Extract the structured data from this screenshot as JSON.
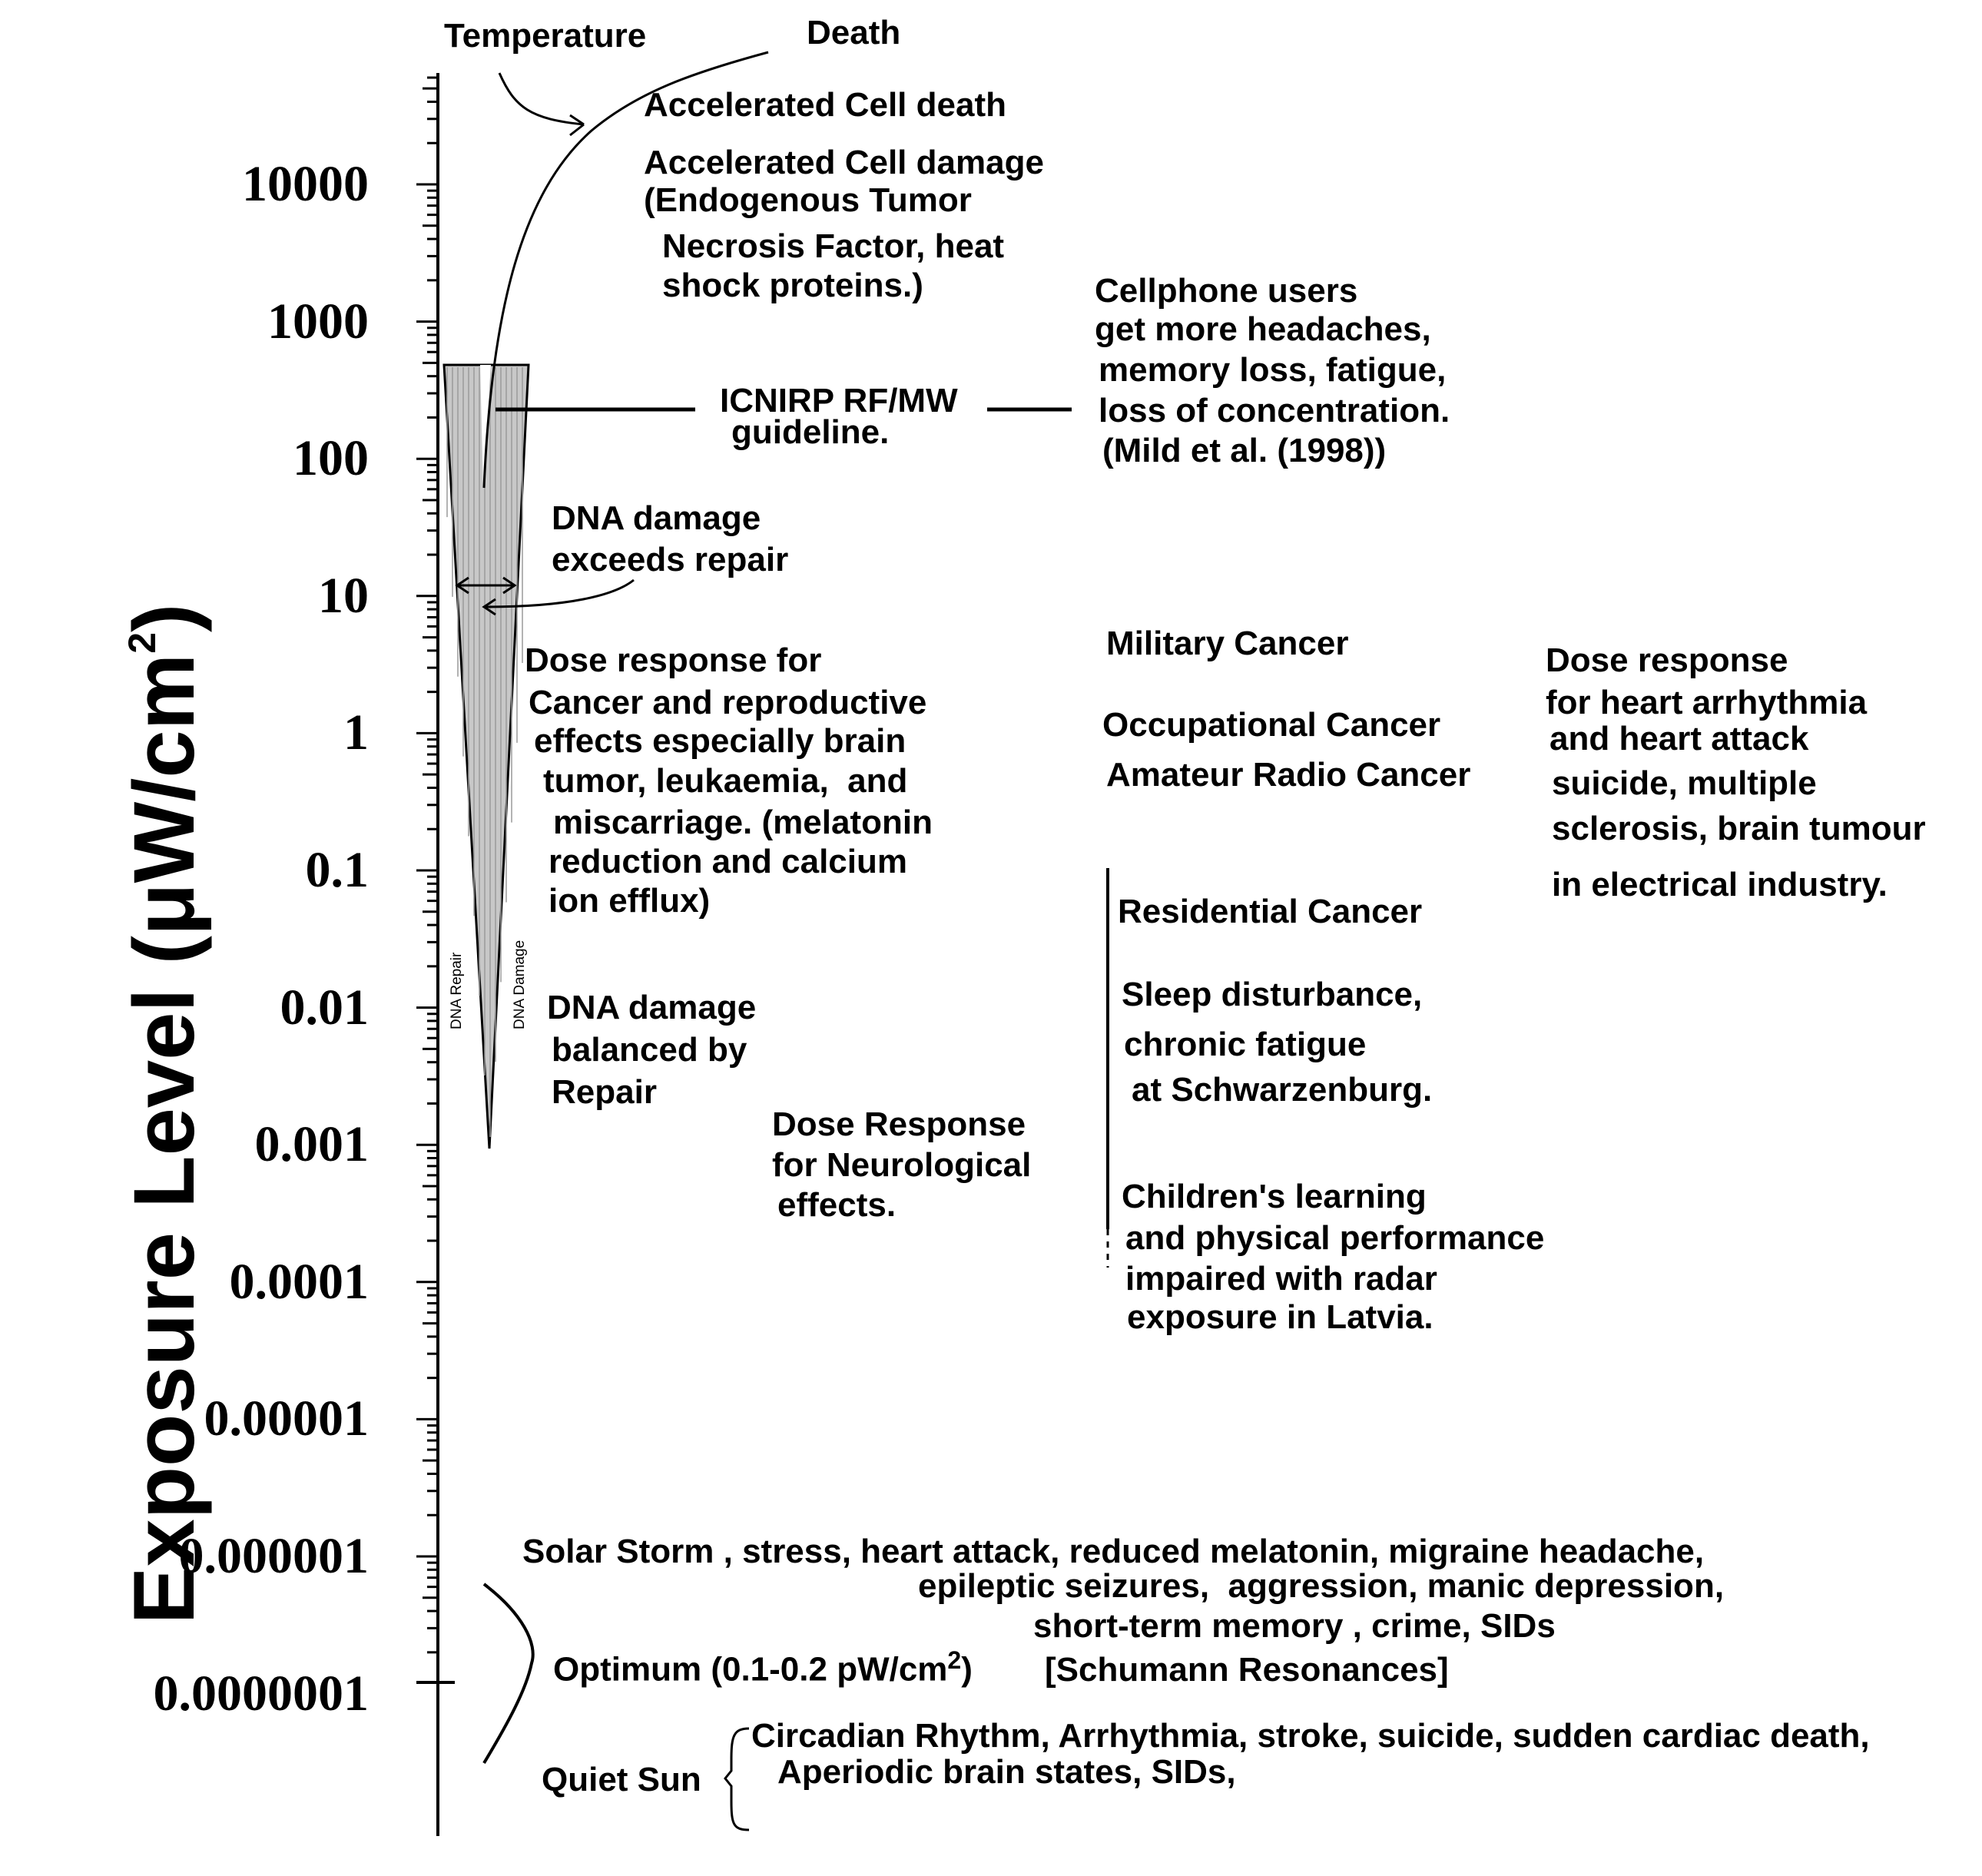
{
  "axis": {
    "title_main": "Exposure Level (μW/cm",
    "title_sup": "2",
    "title_close": ")",
    "tick_labels": [
      "10000",
      "1000",
      "100",
      "10",
      "1",
      "0.1",
      "0.01",
      "0.001",
      "0.0001",
      "0.00001",
      "0.000001",
      "0.0000001"
    ],
    "scale": "log"
  },
  "wedge": {
    "repair_label": "DNA Repair",
    "damage_label": "DNA Damage",
    "fill_color": "#c8c8c8"
  },
  "annotations": {
    "temperature": "Temperature",
    "death": "Death",
    "cell_death": "Accelerated Cell death",
    "cell_damage": [
      "Accelerated Cell damage",
      "(Endogenous Tumor",
      "Necrosis Factor, heat",
      "shock proteins.)"
    ],
    "icnirp": [
      "ICNIRP RF/MW",
      "guideline."
    ],
    "cellphone": [
      "Cellphone users",
      "get more headaches,",
      "memory loss, fatigue,",
      "loss of concentration.",
      "(Mild et al. (1998))"
    ],
    "dna_exceeds": [
      "DNA damage",
      "exceeds repair"
    ],
    "dose_cancer": [
      "Dose response for",
      "Cancer and reproductive",
      "effects especially brain",
      "tumor, leukaemia,  and",
      "miscarriage. (melatonin",
      "reduction and calcium",
      "ion efflux)"
    ],
    "military": "Military Cancer",
    "occupational": "Occupational Cancer",
    "amateur": "Amateur Radio Cancer",
    "dose_heart": [
      "Dose response",
      "for heart arrhythmia",
      "and heart attack",
      "suicide, multiple",
      "sclerosis, brain tumour",
      "in electrical industry."
    ],
    "residential": "Residential Cancer",
    "sleep": [
      "Sleep disturbance,",
      "chronic fatigue",
      "at Schwarzenburg."
    ],
    "dna_balanced": [
      "DNA damage",
      "balanced by",
      "Repair"
    ],
    "dose_neuro": [
      "Dose Response",
      "for Neurological",
      "effects."
    ],
    "children": [
      "Children's learning",
      "and physical performance",
      "impaired with radar",
      "exposure in Latvia."
    ],
    "solar": [
      "Solar Storm , stress, heart attack, reduced melatonin, migraine headache,",
      "epileptic seizures,  aggression, manic depression,",
      "short-term memory , crime, SIDs",
      "[Schumann Resonances]"
    ],
    "optimum": "Optimum (0.1-0.2 pW/cm",
    "optimum_sup": "2",
    "optimum_close": ")",
    "quiet_sun": "Quiet Sun",
    "quiet_effects": [
      "Circadian Rhythm, Arrhythmia, stroke, suicide, sudden cardiac death,",
      "Aperiodic brain states, SIDs,"
    ]
  }
}
